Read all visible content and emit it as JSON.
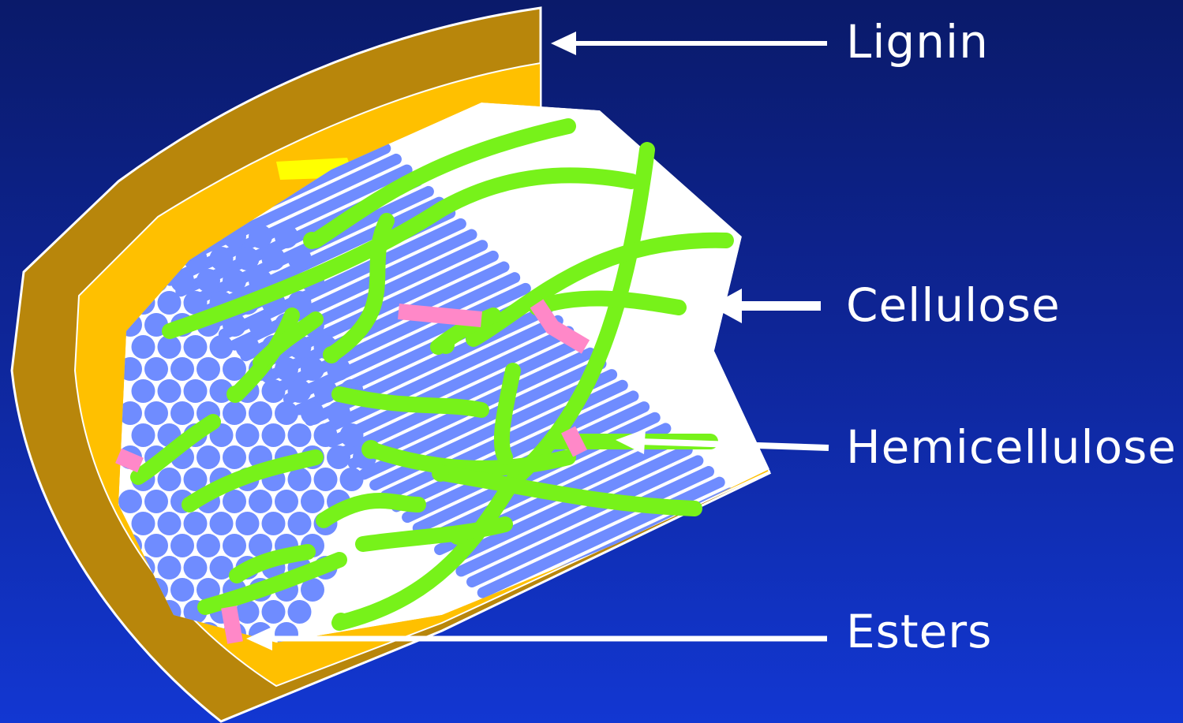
{
  "labels": {
    "lignin": "Lignin",
    "cellulose": "Cellulose",
    "hemicellulose": "Hemicellulose",
    "esters": "Esters"
  },
  "colors": {
    "background_top": "#0a1a6a",
    "background_bottom": "#1237d2",
    "lignin_outer": "#b8860b",
    "lignin_inner": "#ffc000",
    "cellulose": "#6f8cff",
    "hemicellulose": "#77f21a",
    "esters": "#ff88c8",
    "highlight": "#ffff00",
    "label_text": "#ffffff"
  }
}
